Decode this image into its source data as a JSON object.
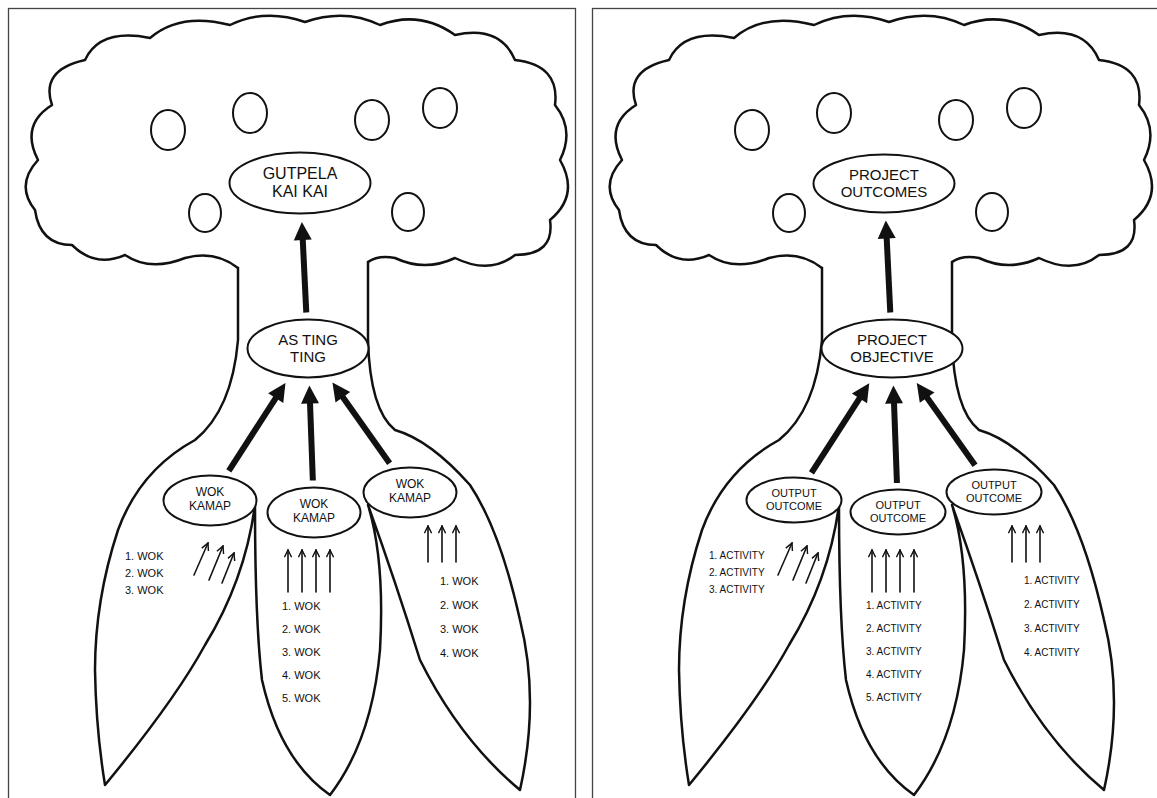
{
  "diagram": {
    "nodes": [
      {
        "text": [
          "GUTPELA KAI KAI"
        ]
      },
      {
        "text": [
          "AS TING TING"
        ]
      },
      {
        "text": [
          "WOK KAMAP"
        ]
      },
      {
        "text": [
          "WOK KAMAP"
        ]
      },
      {
        "text": [
          "WOK KAMAP"
        ]
      },
      {
        "text": [
          "PROJECT OUTCOMES"
        ]
      },
      {
        "text": [
          "PROJECT OBJECTIVE"
        ]
      },
      {
        "text": [
          "OUTPUT OUTCOME"
        ]
      },
      {
        "text": [
          "OUTPUT OUTCOME"
        ]
      },
      {
        "text": [
          "OUTPUT OUTCOME"
        ]
      }
    ],
    "edges": [
      {
        "from": 1,
        "to": 0,
        "arrow": "to"
      },
      {
        "from": 2,
        "to": 1,
        "arrow": "to"
      },
      {
        "from": 3,
        "to": 1,
        "arrow": "to"
      },
      {
        "from": 4,
        "to": 1,
        "arrow": "to"
      },
      {
        "from": 6,
        "to": 5,
        "arrow": "to"
      },
      {
        "from": 7,
        "to": 6,
        "arrow": "to"
      },
      {
        "from": 8,
        "to": 6,
        "arrow": "to"
      },
      {
        "from": 9,
        "to": 6,
        "arrow": "to"
      }
    ],
    "labels": [
      "1. WOK",
      "2. WOK",
      "3. WOK",
      "1. WOK",
      "2. WOK",
      "3. WOK",
      "4. WOK",
      "5. WOK",
      "1. WOK",
      "2. WOK",
      "3. WOK",
      "4. WOK",
      "1. ACTIVITY",
      "2. ACTIVITY",
      "3. ACTIVITY",
      "1. ACTIVITY",
      "2. ACTIVITY",
      "3. ACTIVITY",
      "4. ACTIVITY",
      "5. ACTIVITY",
      "1. ACTIVITY",
      "2. ACTIVITY",
      "3. ACTIVITY",
      "4. ACTIVITY"
    ]
  }
}
